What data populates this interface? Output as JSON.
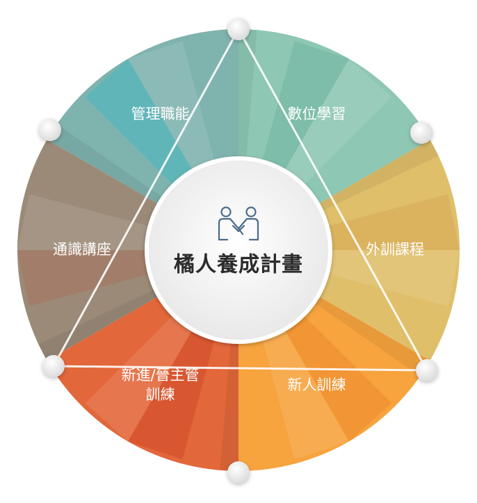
{
  "center": {
    "title": "橘人養成計畫",
    "icon": "handshake-icon"
  },
  "segments": [
    {
      "label_lines": [
        "數位學習"
      ],
      "color": "#8ec7b4",
      "shade": "#6fb4a0"
    },
    {
      "label_lines": [
        "外訓課程"
      ],
      "color": "#dfbf6a",
      "shade": "#d7a955"
    },
    {
      "label_lines": [
        "新人訓練"
      ],
      "color": "#f7a33e",
      "shade": "#ee8a2c"
    },
    {
      "label_lines": [
        "新進/晉主管",
        "訓練"
      ],
      "color": "#e2673a",
      "shade": "#cf4b2a"
    },
    {
      "label_lines": [
        "通識講座"
      ],
      "color": "#9b8a77",
      "shade": "#a87460"
    },
    {
      "label_lines": [
        "管理職能"
      ],
      "color": "#7fb3ae",
      "shade": "#47b6c1"
    }
  ],
  "colors": {
    "center_fill": "#f4f4f4",
    "node_fill": "#f2f2f2",
    "line": "#ffffff"
  }
}
